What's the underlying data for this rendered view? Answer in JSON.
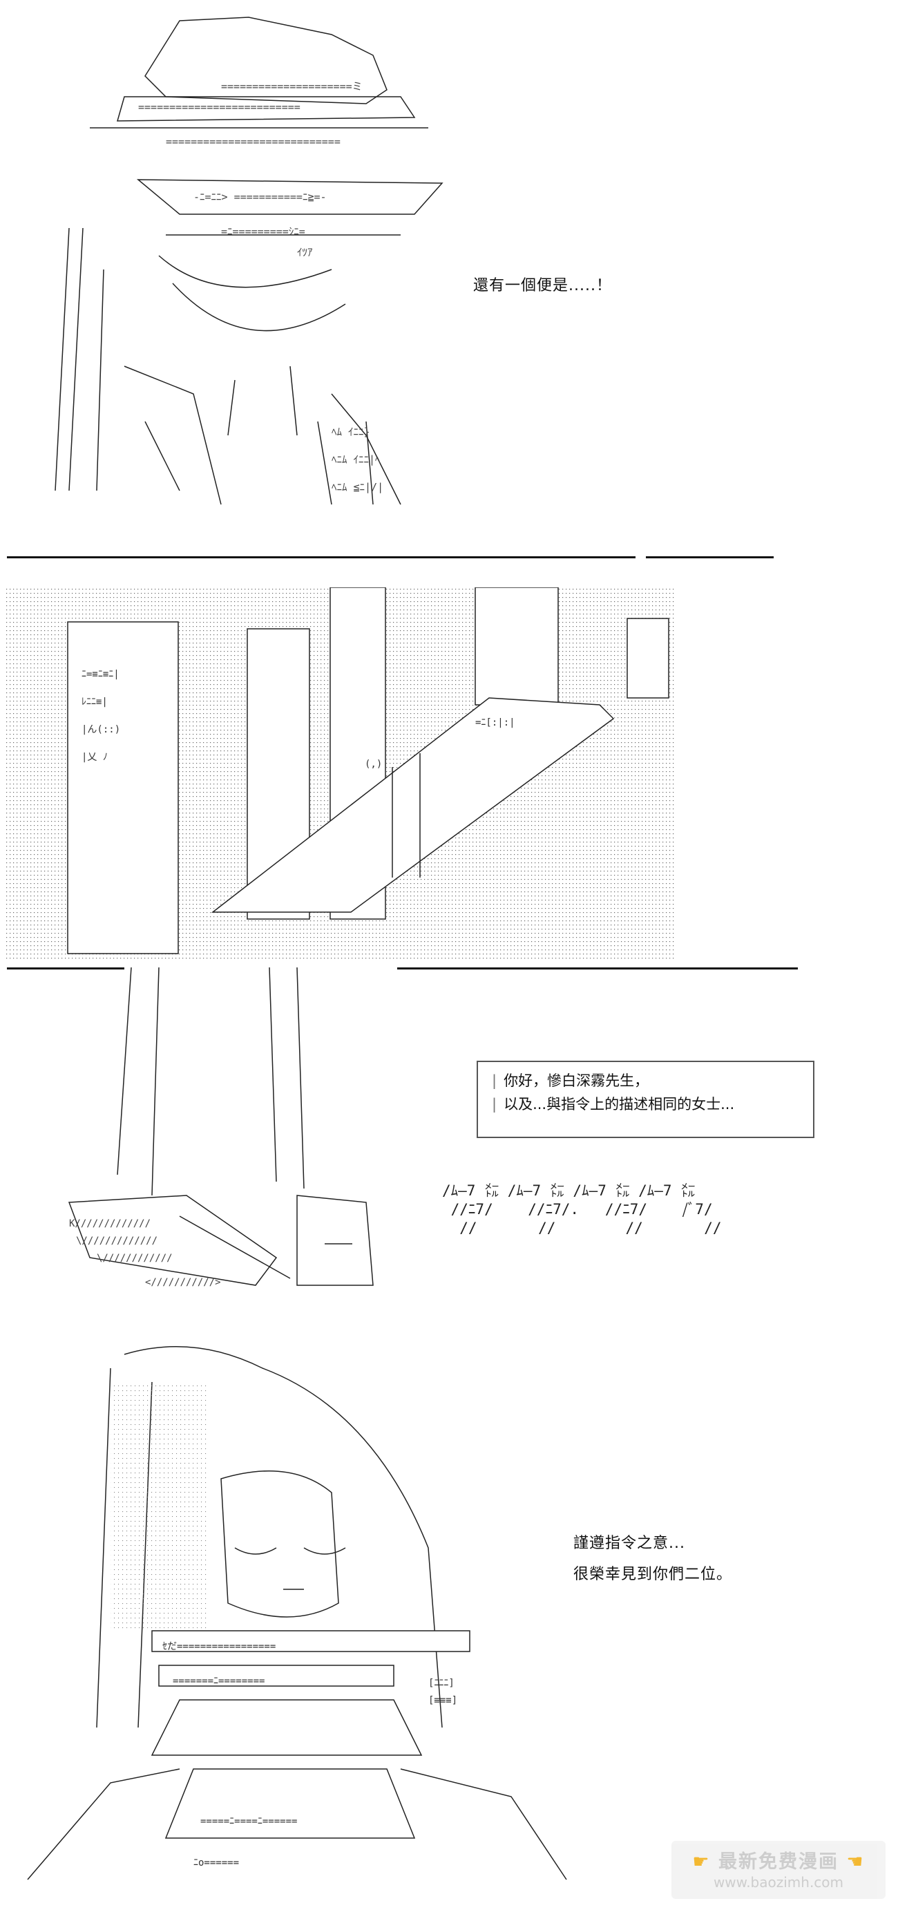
{
  "panels": [
    {
      "caption": "還有一個便是.....！"
    },
    {
      "box_lines": [
        "你好，慘白深霧先生，",
        "以及...與指令上的描述相同的女士..."
      ],
      "chant_lines": [
        "/ﾑ―7 ㍍ /ﾑ―7 ㍍ /ﾑ―7 ㍍ /ﾑ―7 ㍍",
        " //ﾆ7/    //ﾆ7/.   //ﾆ7/    /ﾞ7/",
        "  //       //        //       //"
      ]
    },
    {
      "caption_lines": [
        "謹遵指令之意...",
        "很榮幸見到你們二位。"
      ]
    }
  ],
  "watermark": {
    "title": "最新免费漫画",
    "url": "www.baozimh.com"
  }
}
